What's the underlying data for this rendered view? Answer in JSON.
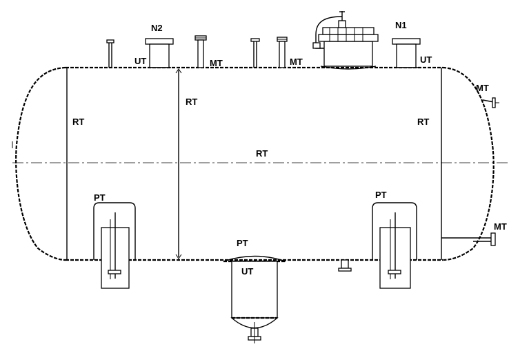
{
  "labels": {
    "nozzle_n2": "N2",
    "nozzle_n1": "N1",
    "ut_top_left": "UT",
    "ut_top_right": "UT",
    "mt_top_1": "MT",
    "mt_top_2": "MT",
    "mt_right_upper": "MT",
    "mt_right_lower": "MT",
    "rt_left": "RT",
    "rt_right": "RT",
    "rt_center": "RT",
    "rt_vertical": "RT",
    "pt_left_saddle": "PT",
    "pt_right_saddle": "PT",
    "pt_sump": "PT",
    "ut_sump": "UT"
  }
}
